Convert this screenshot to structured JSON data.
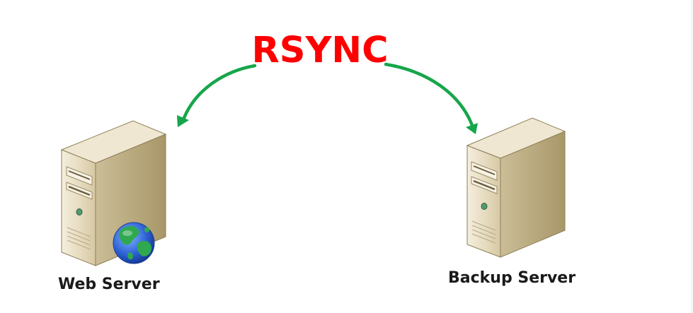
{
  "diagram": {
    "title": "RSYNC",
    "nodes": [
      {
        "id": "web",
        "label": "Web Server",
        "icon": "server-with-globe-icon"
      },
      {
        "id": "backup",
        "label": "Backup Server",
        "icon": "server-tower-icon"
      }
    ],
    "edges": [
      {
        "from": "title",
        "to": "web",
        "style": "curved-arrow"
      },
      {
        "from": "title",
        "to": "backup",
        "style": "curved-arrow"
      }
    ]
  },
  "colors": {
    "title": "#ff0000",
    "arrow": "#16a64a",
    "server_front": "#e7dcc0",
    "server_side": "#c3b48d",
    "server_top": "#efe6cf",
    "globe_ocean": "#2f63d6",
    "globe_land": "#2fa84f"
  }
}
